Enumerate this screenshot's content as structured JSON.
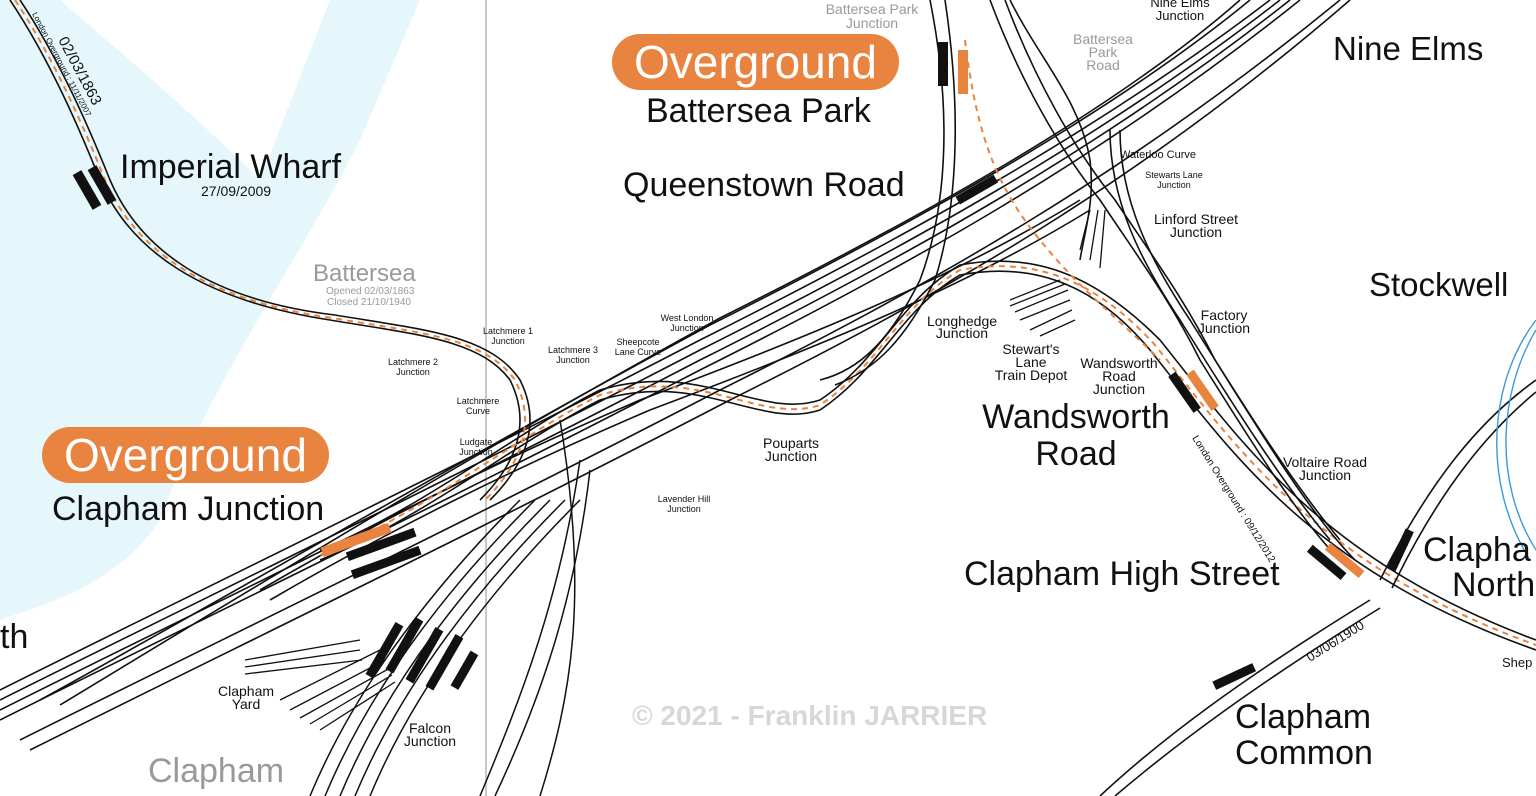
{
  "colors": {
    "track": "#111111",
    "overground": "#e8843f",
    "river": "#e6f7fb",
    "divider": "#c8c8c8",
    "northern": "#3a9ad9"
  },
  "overground_badges": [
    {
      "text": "Overground",
      "station": "Battersea Park"
    },
    {
      "text": "Overground",
      "station": "Clapham Junction"
    }
  ],
  "stations": {
    "imperial_wharf": {
      "name": "Imperial Wharf",
      "date": "27/09/2009"
    },
    "battersea": {
      "name": "Battersea",
      "opened": "Opened 02/03/1863",
      "closed": "Closed 21/10/1940"
    },
    "queenstown_road": "Queenstown Road",
    "nine_elms": "Nine Elms",
    "stockwell": "Stockwell",
    "wandsworth_road": [
      "Wandsworth",
      "Road"
    ],
    "clapham_high_street": "Clapham High Street",
    "clapham_north": [
      "Clapha",
      "North"
    ],
    "clapham_common": [
      "Clapham",
      "Common"
    ],
    "clapham_partial": "Clapham",
    "edge_th": "th",
    "edge_shep": "Shep"
  },
  "junctions": {
    "battersea_park_junction": [
      "Battersea Park",
      "Junction"
    ],
    "nine_elms_junction": [
      "Nine Elms",
      "Junction"
    ],
    "battersea_park_road": [
      "Battersea",
      "Park",
      "Road"
    ],
    "waterloo_curve": "Waterloo Curve",
    "stewarts_lane_junction": [
      "Stewarts Lane",
      "Junction"
    ],
    "linford_street_junction": [
      "Linford Street",
      "Junction"
    ],
    "longhedge_junction": [
      "Longhedge",
      "Junction"
    ],
    "stewarts_lane_train_depot": [
      "Stewart's",
      "Lane",
      "Train Depot"
    ],
    "wandsworth_road_junction": [
      "Wandsworth",
      "Road",
      "Junction"
    ],
    "factory_junction": [
      "Factory",
      "Junction"
    ],
    "voltaire_road_junction": [
      "Voltaire Road",
      "Junction"
    ],
    "latchmere_1": [
      "Latchmere 1",
      "Junction"
    ],
    "latchmere_2": [
      "Latchmere 2",
      "Junction"
    ],
    "latchmere_3": [
      "Latchmere 3",
      "Junction"
    ],
    "latchmere_curve": [
      "Latchmere",
      "Curve"
    ],
    "ludgate_junction": [
      "Ludgate",
      "Junction"
    ],
    "sheepcote_lane_curve": [
      "Sheepcote",
      "Lane Curve"
    ],
    "west_london_junction": [
      "West London",
      "Junction"
    ],
    "pouparts_junction": [
      "Pouparts",
      "Junction"
    ],
    "lavender_hill_junction": [
      "Lavender Hill",
      "Junction"
    ],
    "clapham_yard": [
      "Clapham",
      "Yard"
    ],
    "falcon_junction": [
      "Falcon",
      "Junction"
    ]
  },
  "line_dates": {
    "west_london_opened": "02/03/1863",
    "west_london_overground": "London Overground : 11/11/2007",
    "east_london_overground": "London Overground : 09/12/2012",
    "clapham_common_branch": "03/06/1900"
  },
  "copyright": "© 2021 - Franklin JARRIER"
}
